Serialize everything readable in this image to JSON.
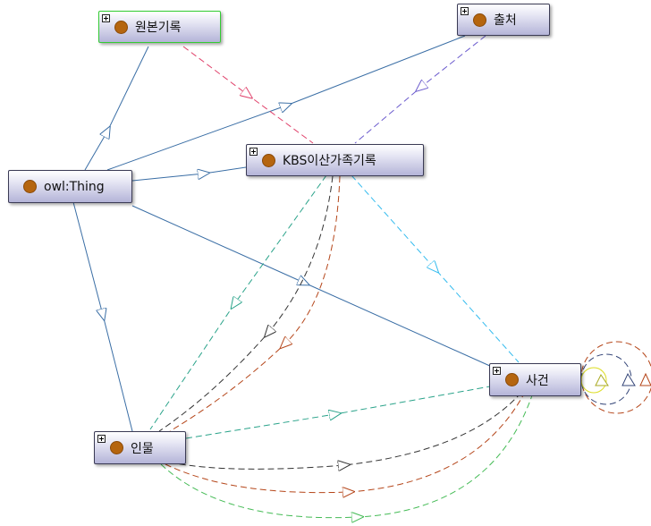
{
  "nodes": {
    "owl_thing": {
      "label": "owl:Thing"
    },
    "original_record": {
      "label": "원본기록"
    },
    "source": {
      "label": "출처"
    },
    "kbs_record": {
      "label": "KBS이산가족기록"
    },
    "person": {
      "label": "인물"
    },
    "event": {
      "label": "사건"
    }
  },
  "colors": {
    "subclass": "#3a6ea5",
    "red_pink": "#e0406a",
    "purple": "#6a5acd",
    "teal": "#2aa38a",
    "black": "#333333",
    "brown": "#b5461a",
    "cyan": "#33bbee",
    "green": "#44bb55",
    "yellow": "#dddd22"
  }
}
